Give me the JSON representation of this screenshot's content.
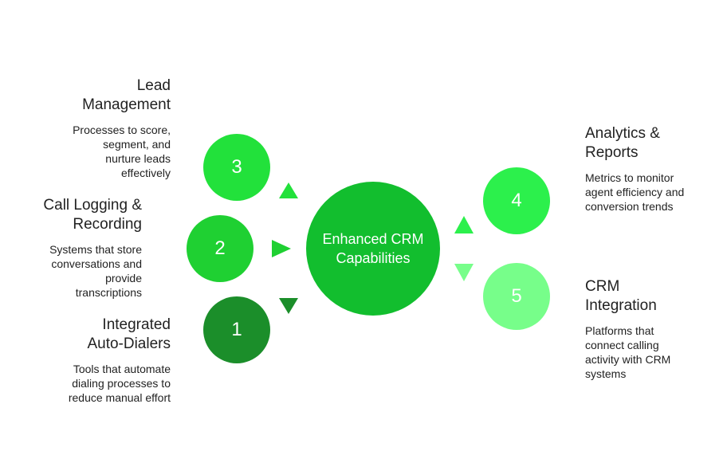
{
  "center": {
    "line1": "Enhanced CRM",
    "line2": "Capabilities"
  },
  "items": {
    "one": {
      "number": "1",
      "title_lines": [
        "Integrated",
        "Auto-Dialers"
      ],
      "desc_lines": [
        "Tools that automate",
        "dialing processes to",
        "reduce manual effort"
      ]
    },
    "two": {
      "number": "2",
      "title_lines": [
        "Call Logging &",
        "Recording"
      ],
      "desc_lines": [
        "Systems that store",
        "conversations and",
        "provide",
        "transcriptions"
      ]
    },
    "three": {
      "number": "3",
      "title_lines": [
        "Lead",
        "Management"
      ],
      "desc_lines": [
        "Processes to score,",
        "segment, and",
        "nurture leads",
        "effectively"
      ]
    },
    "four": {
      "number": "4",
      "title_lines": [
        "Analytics &",
        "Reports"
      ],
      "desc_lines": [
        "Metrics to monitor",
        "agent efficiency and",
        "conversion trends"
      ]
    },
    "five": {
      "number": "5",
      "title_lines": [
        "CRM",
        "Integration"
      ],
      "desc_lines": [
        "Platforms that",
        "connect calling",
        "activity with CRM",
        "systems"
      ]
    }
  },
  "colors": {
    "center": "#12be2e",
    "one": "#1b8e2a",
    "two": "#1fd032",
    "three": "#22e13b",
    "four": "#2cf04c",
    "five": "#77fe8a"
  }
}
